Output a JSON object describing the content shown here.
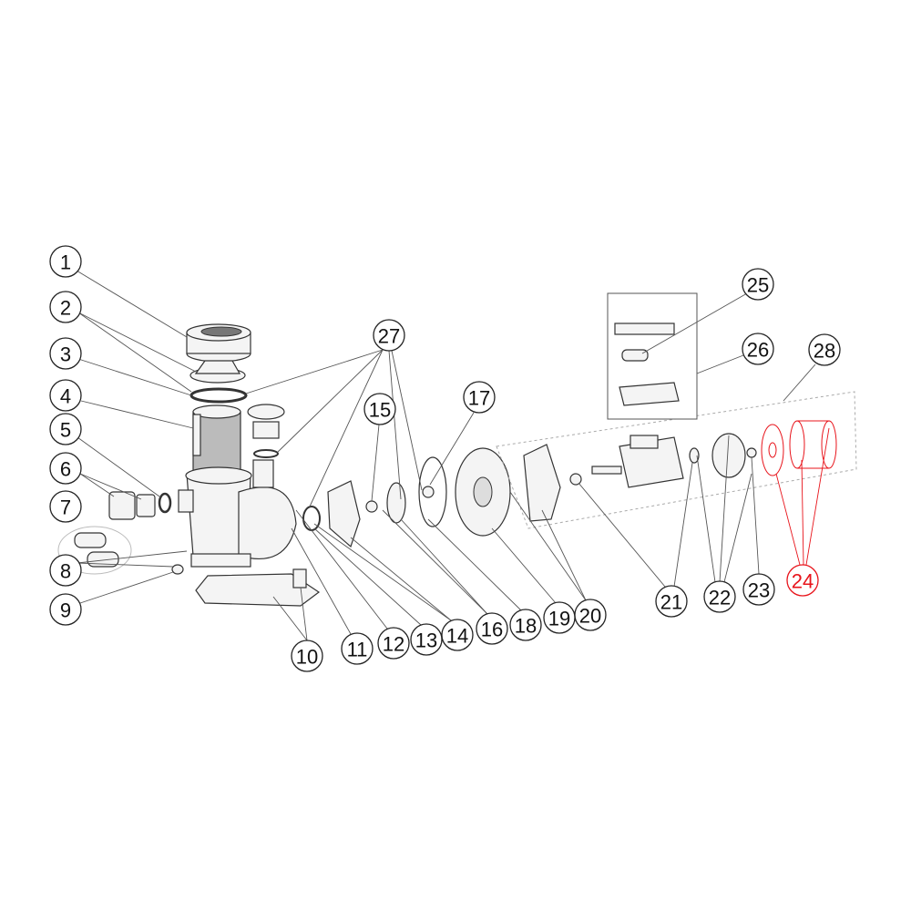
{
  "diagram": {
    "title": "Pool pump exploded parts view",
    "highlight_color": "#e8141b",
    "callouts": [
      {
        "num": "1"
      },
      {
        "num": "2"
      },
      {
        "num": "3"
      },
      {
        "num": "4"
      },
      {
        "num": "5"
      },
      {
        "num": "6"
      },
      {
        "num": "7"
      },
      {
        "num": "8"
      },
      {
        "num": "9"
      },
      {
        "num": "10"
      },
      {
        "num": "11"
      },
      {
        "num": "12"
      },
      {
        "num": "13"
      },
      {
        "num": "14"
      },
      {
        "num": "15"
      },
      {
        "num": "16"
      },
      {
        "num": "17"
      },
      {
        "num": "18"
      },
      {
        "num": "19"
      },
      {
        "num": "20"
      },
      {
        "num": "21"
      },
      {
        "num": "22"
      },
      {
        "num": "23"
      },
      {
        "num": "24",
        "highlighted": true
      },
      {
        "num": "25"
      },
      {
        "num": "26"
      },
      {
        "num": "27"
      },
      {
        "num": "28"
      }
    ]
  }
}
